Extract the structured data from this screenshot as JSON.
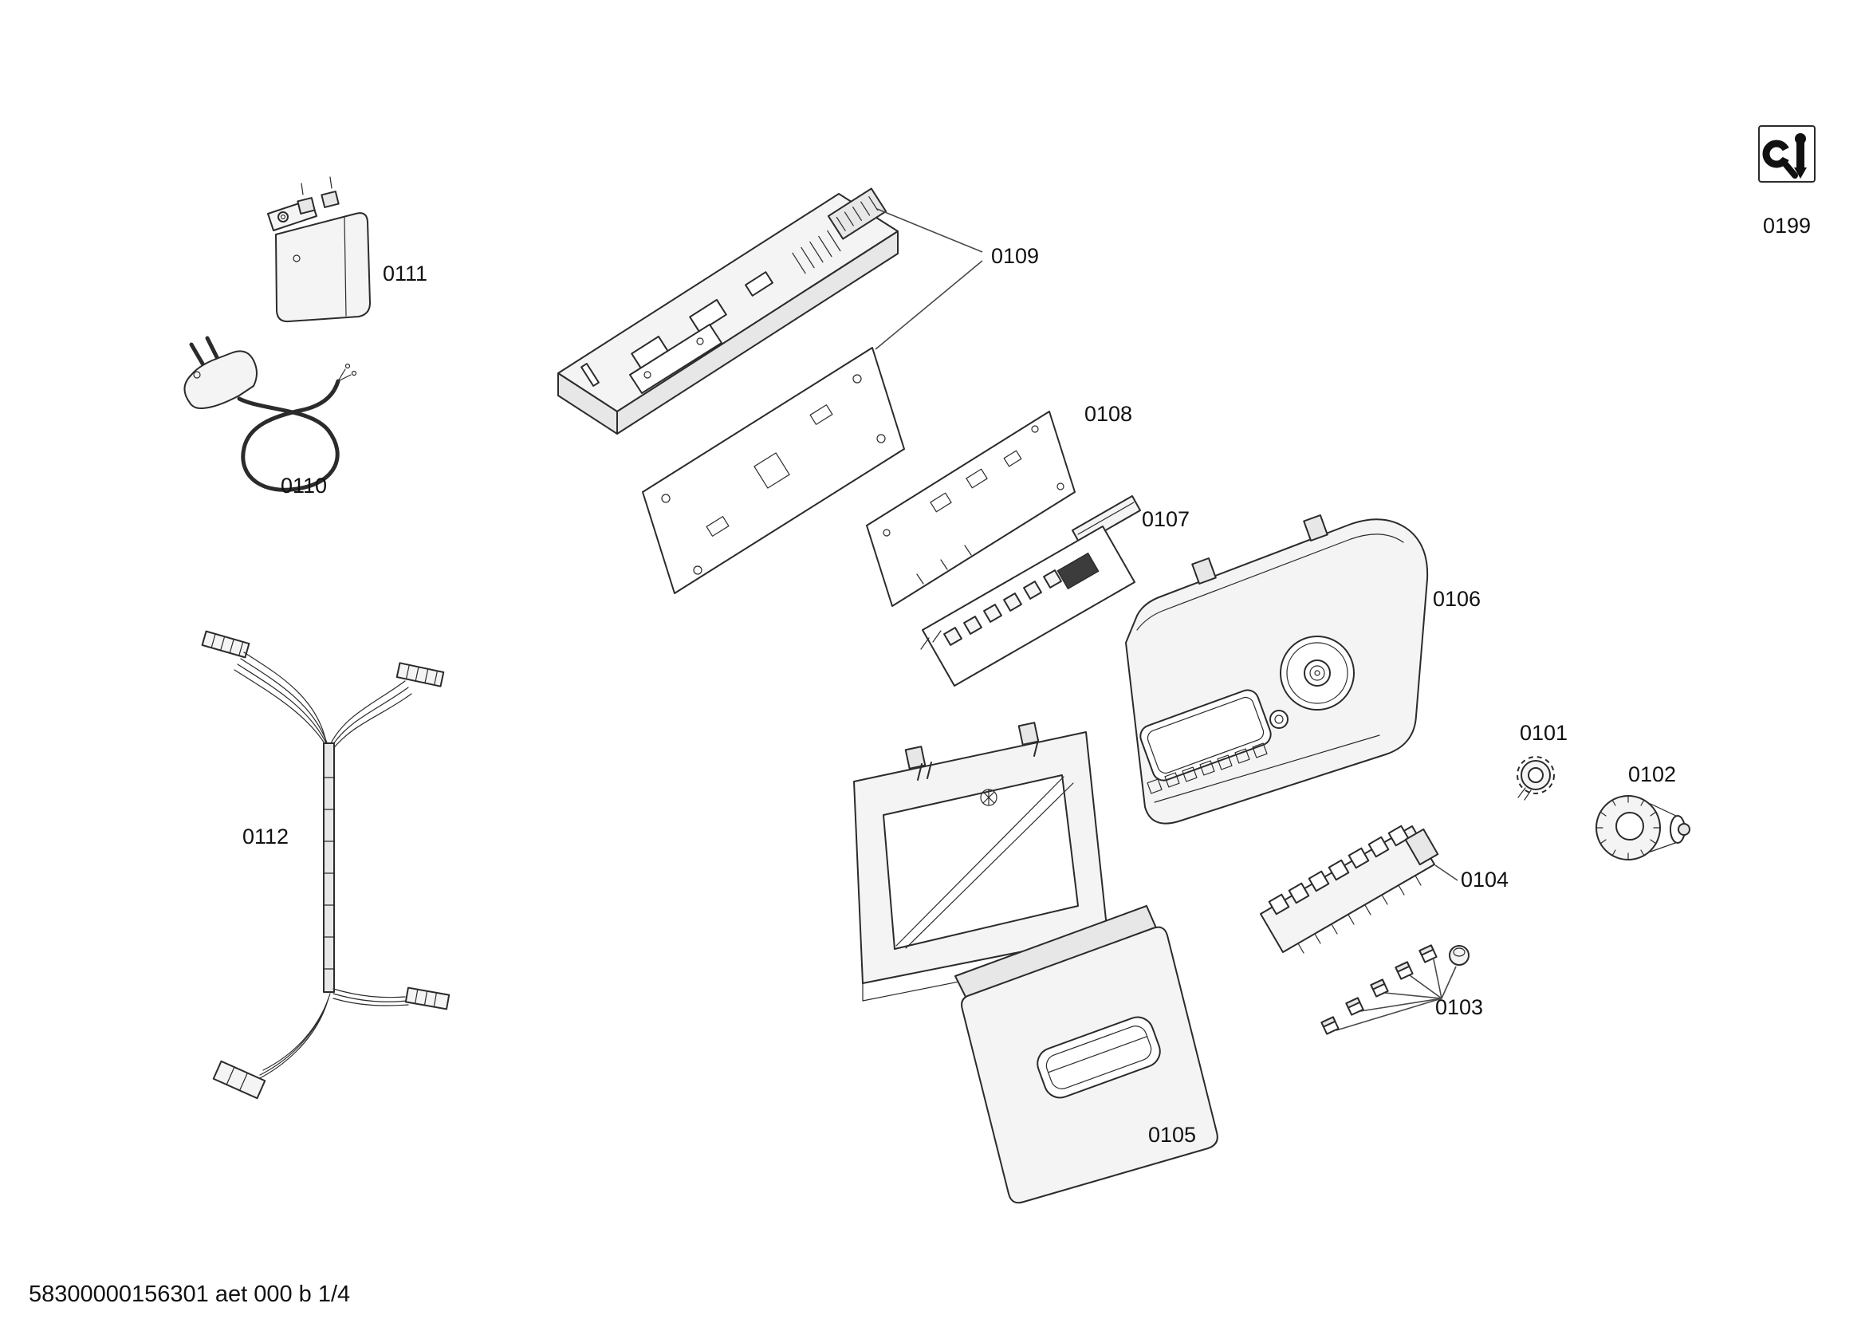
{
  "labels": {
    "part_0101": "0101",
    "part_0102": "0102",
    "part_0103": "0103",
    "part_0104": "0104",
    "part_0105": "0105",
    "part_0106": "0106",
    "part_0107": "0107",
    "part_0108": "0108",
    "part_0109": "0109",
    "part_0110": "0110",
    "part_0111": "0111",
    "part_0112": "0112",
    "part_0199": "0199"
  },
  "icons": {
    "service_tools": "wrench-screwdriver-icon"
  },
  "footer": {
    "document_code": "58300000156301 aet 000 b 1/4"
  }
}
